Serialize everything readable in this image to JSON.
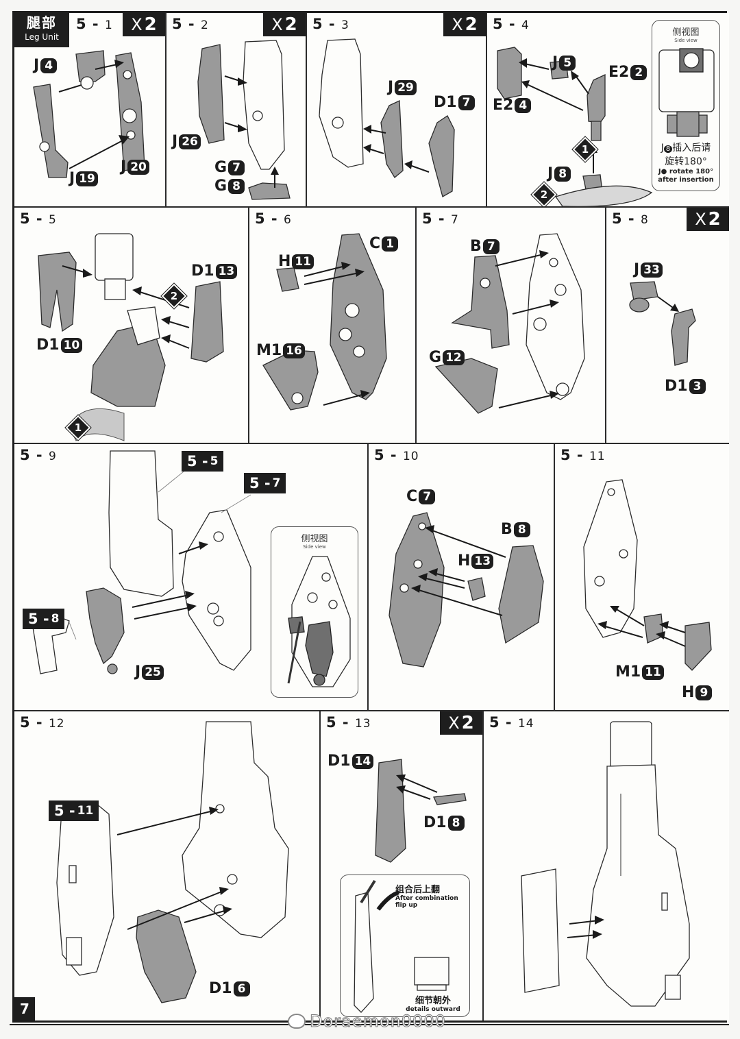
{
  "section": {
    "title_cn": "腿部",
    "title_en": "Leg Unit"
  },
  "page_number": "7",
  "watermark": "Doraemon0000",
  "steps": [
    {
      "id": "5-1",
      "major": "5 -",
      "minor": "1",
      "multiplier": "2",
      "parts": [
        {
          "runner": "J",
          "num": "4"
        },
        {
          "runner": "J",
          "num": "19"
        },
        {
          "runner": "J",
          "num": "20"
        }
      ]
    },
    {
      "id": "5-2",
      "major": "5 -",
      "minor": "2",
      "multiplier": "2",
      "parts": [
        {
          "runner": "J",
          "num": "26"
        },
        {
          "runner": "G",
          "num": "7"
        },
        {
          "runner": "G",
          "num": "8"
        }
      ]
    },
    {
      "id": "5-3",
      "major": "5 -",
      "minor": "3",
      "multiplier": "2",
      "parts": [
        {
          "runner": "J",
          "num": "29"
        },
        {
          "runner": "D1",
          "num": "7"
        }
      ]
    },
    {
      "id": "5-4",
      "major": "5 -",
      "minor": "4",
      "multiplier": null,
      "parts": [
        {
          "runner": "J",
          "num": "5"
        },
        {
          "runner": "E2",
          "num": "2"
        },
        {
          "runner": "E2",
          "num": "4"
        },
        {
          "runner": "J",
          "num": "8"
        }
      ],
      "order_markers": [
        "1",
        "2"
      ],
      "inset": {
        "title_cn": "侧视图",
        "title_en": "Side view",
        "note_cn_1": "插入后请",
        "note_cn_2": "旋转180°",
        "note_part": "8",
        "note_en_1": "rotate 180°",
        "note_en_2": "after insertion",
        "note_runner": "J"
      }
    },
    {
      "id": "5-5",
      "major": "5 -",
      "minor": "5",
      "multiplier": null,
      "parts": [
        {
          "runner": "D1",
          "num": "13"
        },
        {
          "runner": "D1",
          "num": "10"
        }
      ],
      "order_markers": [
        "1",
        "2"
      ]
    },
    {
      "id": "5-6",
      "major": "5 -",
      "minor": "6",
      "multiplier": null,
      "parts": [
        {
          "runner": "H",
          "num": "11"
        },
        {
          "runner": "C",
          "num": "1"
        },
        {
          "runner": "M1",
          "num": "16"
        }
      ]
    },
    {
      "id": "5-7",
      "major": "5 -",
      "minor": "7",
      "multiplier": null,
      "parts": [
        {
          "runner": "B",
          "num": "7"
        },
        {
          "runner": "G",
          "num": "12"
        }
      ]
    },
    {
      "id": "5-8",
      "major": "5 -",
      "minor": "8",
      "multiplier": "2",
      "parts": [
        {
          "runner": "J",
          "num": "33"
        },
        {
          "runner": "D1",
          "num": "3"
        }
      ]
    },
    {
      "id": "5-9",
      "major": "5 -",
      "minor": "9",
      "multiplier": null,
      "parts": [
        {
          "runner": "J",
          "num": "25"
        }
      ],
      "refs": [
        {
          "major": "5 -",
          "minor": "5"
        },
        {
          "major": "5 -",
          "minor": "7"
        },
        {
          "major": "5 -",
          "minor": "8"
        }
      ],
      "inset": {
        "title_cn": "侧视图",
        "title_en": "Side view"
      }
    },
    {
      "id": "5-10",
      "major": "5 -",
      "minor": "10",
      "multiplier": null,
      "parts": [
        {
          "runner": "C",
          "num": "7"
        },
        {
          "runner": "B",
          "num": "8"
        },
        {
          "runner": "H",
          "num": "13"
        }
      ]
    },
    {
      "id": "5-11",
      "major": "5 -",
      "minor": "11",
      "multiplier": null,
      "parts": [
        {
          "runner": "M1",
          "num": "11"
        },
        {
          "runner": "H",
          "num": "9"
        }
      ]
    },
    {
      "id": "5-12",
      "major": "5 -",
      "minor": "12",
      "multiplier": null,
      "parts": [
        {
          "runner": "D1",
          "num": "6"
        }
      ],
      "refs": [
        {
          "major": "5 -",
          "minor": "11"
        }
      ]
    },
    {
      "id": "5-13",
      "major": "5 -",
      "minor": "13",
      "multiplier": "2",
      "parts": [
        {
          "runner": "D1",
          "num": "14"
        },
        {
          "runner": "D1",
          "num": "8"
        }
      ],
      "inset": {
        "note1_cn": "组合后上翻",
        "note1_en_1": "After combination",
        "note1_en_2": "flip up",
        "note2_cn": "细节朝外",
        "note2_en": "details outward"
      }
    },
    {
      "id": "5-14",
      "major": "5 -",
      "minor": "14",
      "multiplier": null,
      "parts": []
    }
  ],
  "mult_prefix": "X"
}
